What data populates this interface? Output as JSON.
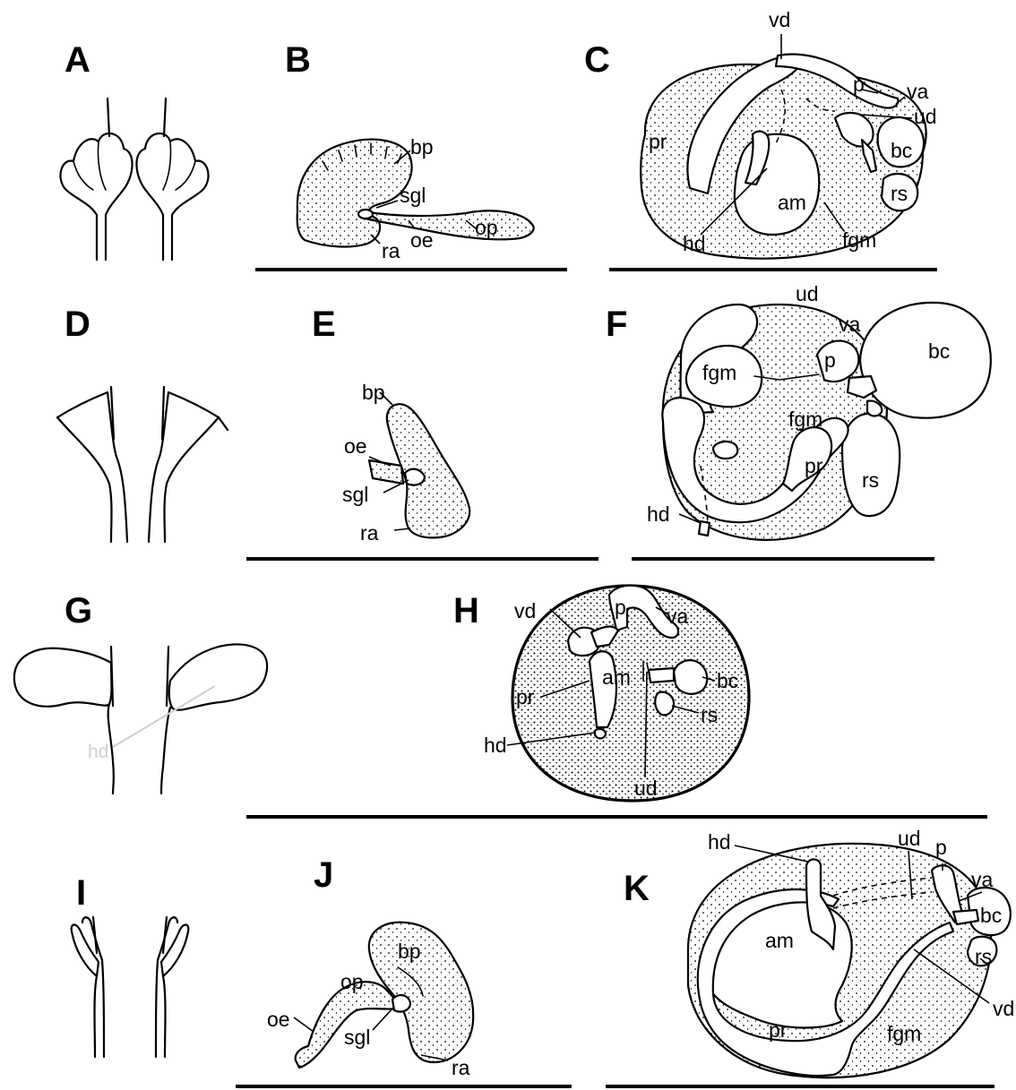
{
  "panels": [
    {
      "letter": "A"
    },
    {
      "letter": "B"
    },
    {
      "letter": "C"
    },
    {
      "letter": "D"
    },
    {
      "letter": "E"
    },
    {
      "letter": "F"
    },
    {
      "letter": "G"
    },
    {
      "letter": "H"
    },
    {
      "letter": "I"
    },
    {
      "letter": "J"
    },
    {
      "letter": "K"
    }
  ],
  "labels": {
    "B": {
      "bp": "bp",
      "sgl": "sgl",
      "ra": "ra",
      "oe": "oe",
      "op": "op"
    },
    "C": {
      "vd": "vd",
      "p": "p",
      "va": "va",
      "ud": "ud",
      "pr": "pr",
      "bc": "bc",
      "am": "am",
      "rs": "rs",
      "hd": "hd",
      "fgm": "fgm"
    },
    "E": {
      "bp": "bp",
      "oe": "oe",
      "sgl": "sgl",
      "ra": "ra"
    },
    "F": {
      "ud": "ud",
      "va": "va",
      "bc": "bc",
      "fgm1": "fgm",
      "p": "p",
      "fgm2": "fgm",
      "pr": "pr",
      "rs": "rs",
      "hd": "hd"
    },
    "G": {
      "hd": "hd"
    },
    "H": {
      "vd": "vd",
      "p": "p",
      "va": "va",
      "bc": "bc",
      "pr": "pr",
      "am": "am",
      "rs": "rs",
      "hd": "hd",
      "ud": "ud"
    },
    "J": {
      "bp": "bp",
      "op": "op",
      "oe": "oe",
      "sgl": "sgl",
      "ra": "ra"
    },
    "K": {
      "hd": "hd",
      "ud": "ud",
      "p": "p",
      "va": "va",
      "bc": "bc",
      "am": "am",
      "rs": "rs",
      "vd": "vd",
      "pr": "pr",
      "fgm": "fgm"
    }
  },
  "colors": {
    "ink": "#000000",
    "background": "#ffffff",
    "faint_label": "#cfcfcf"
  }
}
